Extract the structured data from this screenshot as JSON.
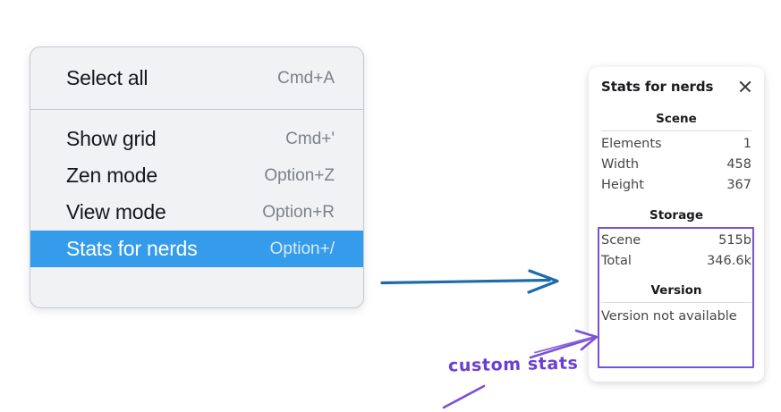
{
  "context_menu": {
    "groups": [
      {
        "name": "group-1",
        "items": [
          {
            "label": "Select all",
            "shortcut": "Cmd+A",
            "selected": false
          }
        ]
      },
      {
        "name": "group-2",
        "items": [
          {
            "label": "Show grid",
            "shortcut": "Cmd+'",
            "selected": false
          },
          {
            "label": "Zen mode",
            "shortcut": "Option+Z",
            "selected": false
          },
          {
            "label": "View mode",
            "shortcut": "Option+R",
            "selected": false
          },
          {
            "label": "Stats for nerds",
            "shortcut": "Option+/",
            "selected": true
          }
        ]
      }
    ],
    "highlight_color": "#359ceb",
    "background_color": "#f1f2f4"
  },
  "stats_panel": {
    "title": "Stats for nerds",
    "close_icon": "close-icon",
    "sections": [
      {
        "title": "Scene",
        "rows": [
          {
            "key": "Elements",
            "value": "1"
          },
          {
            "key": "Width",
            "value": "458"
          },
          {
            "key": "Height",
            "value": "367"
          }
        ]
      },
      {
        "title": "Storage",
        "rows": [
          {
            "key": "Scene",
            "value": "515b"
          },
          {
            "key": "Total",
            "value": "346.6k"
          }
        ]
      },
      {
        "title": "Version",
        "single": "Version not available"
      }
    ]
  },
  "annotations": {
    "custom_stats_label": "custom stats",
    "blue_arrow_color": "#1e6bab",
    "purple_color": "#7951d6",
    "purple_text_color": "#6b3fd4"
  }
}
